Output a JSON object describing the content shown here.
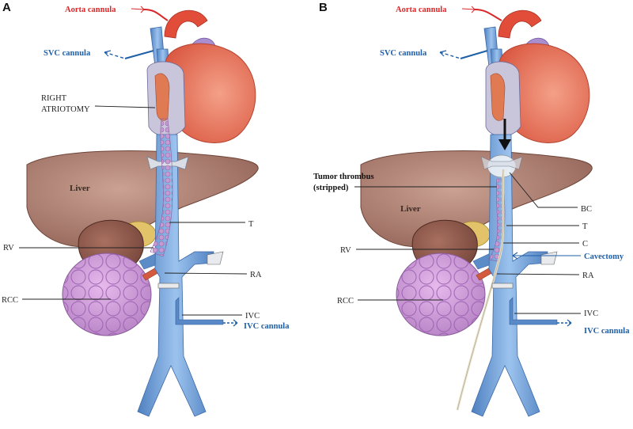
{
  "panels": [
    {
      "letter": "A",
      "labels": {
        "aorta_cannula": "Aorta cannula",
        "svc_cannula": "SVC cannula",
        "right_atriotomy_1": "RIGHT",
        "right_atriotomy_2": "ATRIOTOMY",
        "liver": "Liver",
        "t": "T",
        "rv": "RV",
        "ra": "RA",
        "rcc": "RCC",
        "ivc": "IVC",
        "ivc_cannula": "IVC cannula"
      }
    },
    {
      "letter": "B",
      "labels": {
        "aorta_cannula": "Aorta cannula",
        "svc_cannula": "SVC cannula",
        "tumor_thrombus_1": "Tumor thrombus",
        "tumor_thrombus_2": "(stripped)",
        "liver": "Liver",
        "bc": "BC",
        "t": "T",
        "c": "C",
        "rv": "RV",
        "cavectomy": "Cavectomy",
        "ra": "RA",
        "rcc": "RCC",
        "ivc": "IVC",
        "ivc_cannula": "IVC cannula"
      }
    }
  ],
  "colors": {
    "aorta_label": "#d8282a",
    "cannula_label": "#1e5fa8",
    "vein": "#6f9fd8",
    "heart": "#e8755d",
    "liver": "#a8796a",
    "tumor": "#b98cc4"
  }
}
